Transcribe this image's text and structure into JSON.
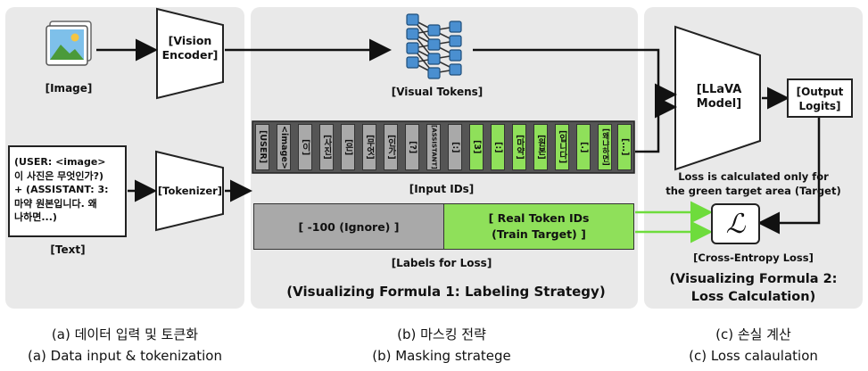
{
  "panel_a": {
    "image_label": "[Image]",
    "vision_encoder": "[Vision Encoder]",
    "text_input": "(USER: <image>\n이 사진은 무엇인가?)\n+ (ASSISTANT: 3:\n마약 원본입니다. 왜\n나하면...)",
    "text_label": "[Text]",
    "tokenizer": "[Tokenizer]",
    "caption_ko": "(a) 데이터 입력 및 토큰화",
    "caption_en": "(a) Data input & tokenization"
  },
  "panel_b": {
    "visual_tokens_label": "[Visual Tokens]",
    "input_ids_label": "[Input IDs]",
    "tokens": [
      {
        "text": "[USER]",
        "color": "gray"
      },
      {
        "text": "<image>",
        "color": "gray"
      },
      {
        "text": "[이]",
        "color": "gray"
      },
      {
        "text": "[사진]",
        "color": "gray"
      },
      {
        "text": "[은]",
        "color": "gray"
      },
      {
        "text": "[무엇]",
        "color": "gray"
      },
      {
        "text": "[인가]",
        "color": "gray"
      },
      {
        "text": "[?]",
        "color": "gray"
      },
      {
        "text": "[ASSISTANT]",
        "color": "gray"
      },
      {
        "text": "[:]",
        "color": "gray"
      },
      {
        "text": "[3]",
        "color": "green"
      },
      {
        "text": "[:]",
        "color": "green"
      },
      {
        "text": "[마약]",
        "color": "green"
      },
      {
        "text": "[원본]",
        "color": "green"
      },
      {
        "text": "[입니다]",
        "color": "green"
      },
      {
        "text": "[.]",
        "color": "green"
      },
      {
        "text": "[왜냐하면]",
        "color": "green"
      },
      {
        "text": "[...]",
        "color": "green"
      }
    ],
    "ignore_label": "[ -100 (Ignore) ]",
    "real_label": "[ Real Token IDs\n(Train Target) ]",
    "labels_label": "[Labels for Loss]",
    "formula_title": "(Visualizing Formula 1: Labeling Strategy)",
    "caption_ko": "(b) 마스킹 전략",
    "caption_en": "(b) Masking stratege"
  },
  "panel_c": {
    "llava_model": "[LLaVA Model]",
    "output_logits": "[Output Logits]",
    "loss_note": "Loss is calculated only for\nthe green target area (Target)",
    "loss_symbol": "ℒ",
    "loss_label": "[Cross-Entropy Loss]",
    "formula_title": "(Visualizing Formula 2:\nLoss Calculation)",
    "caption_ko": "(c) 손실 계산",
    "caption_en": "(c) Loss calaulation"
  },
  "colors": {
    "panel_bg": "#e9e9e9",
    "ignore_gray": "#a9a9a9",
    "target_green": "#8fe05a",
    "arrow_green": "#6edc3c",
    "node_blue": "#4a8fd0"
  }
}
